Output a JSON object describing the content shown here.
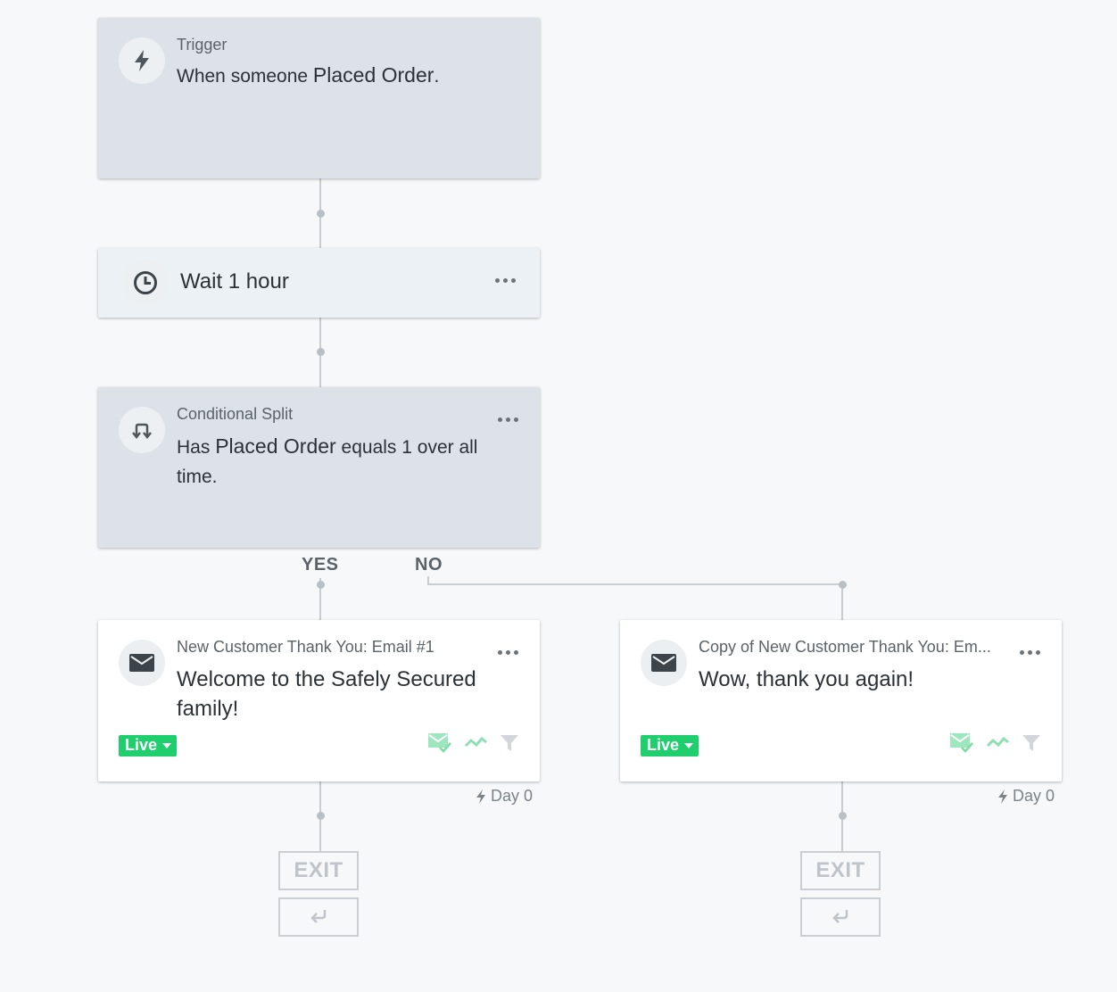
{
  "trigger": {
    "label": "Trigger",
    "prefix": "When someone ",
    "event": "Placed Order",
    "suffix": ".",
    "icon": "lightning-icon"
  },
  "wait": {
    "label": "Wait 1 hour",
    "icon": "clock-icon"
  },
  "split": {
    "label": "Conditional Split",
    "prefix": "Has ",
    "event": "Placed Order",
    "condition_line1": " equals 1 over all",
    "condition_line2": "time.",
    "icon": "split-icon",
    "yes_label": "YES",
    "no_label": "NO"
  },
  "emails": [
    {
      "title": "New Customer Thank You: Email #1",
      "subject_line1": "Welcome to the Safely Secured",
      "subject_line2": "family!",
      "status": "Live",
      "day": "Day 0",
      "icon": "envelope-icon"
    },
    {
      "title": "Copy of New Customer Thank You: Em...",
      "subject_line1": "Wow, thank you again!",
      "subject_line2": "",
      "status": "Live",
      "day": "Day 0",
      "icon": "envelope-icon"
    }
  ],
  "exit": {
    "label": "EXIT"
  },
  "colors": {
    "live": "#1fcf6e",
    "connector": "#c8cdd2",
    "trigger_card": "#dde2e8",
    "wait_card": "#ebf1f4"
  }
}
